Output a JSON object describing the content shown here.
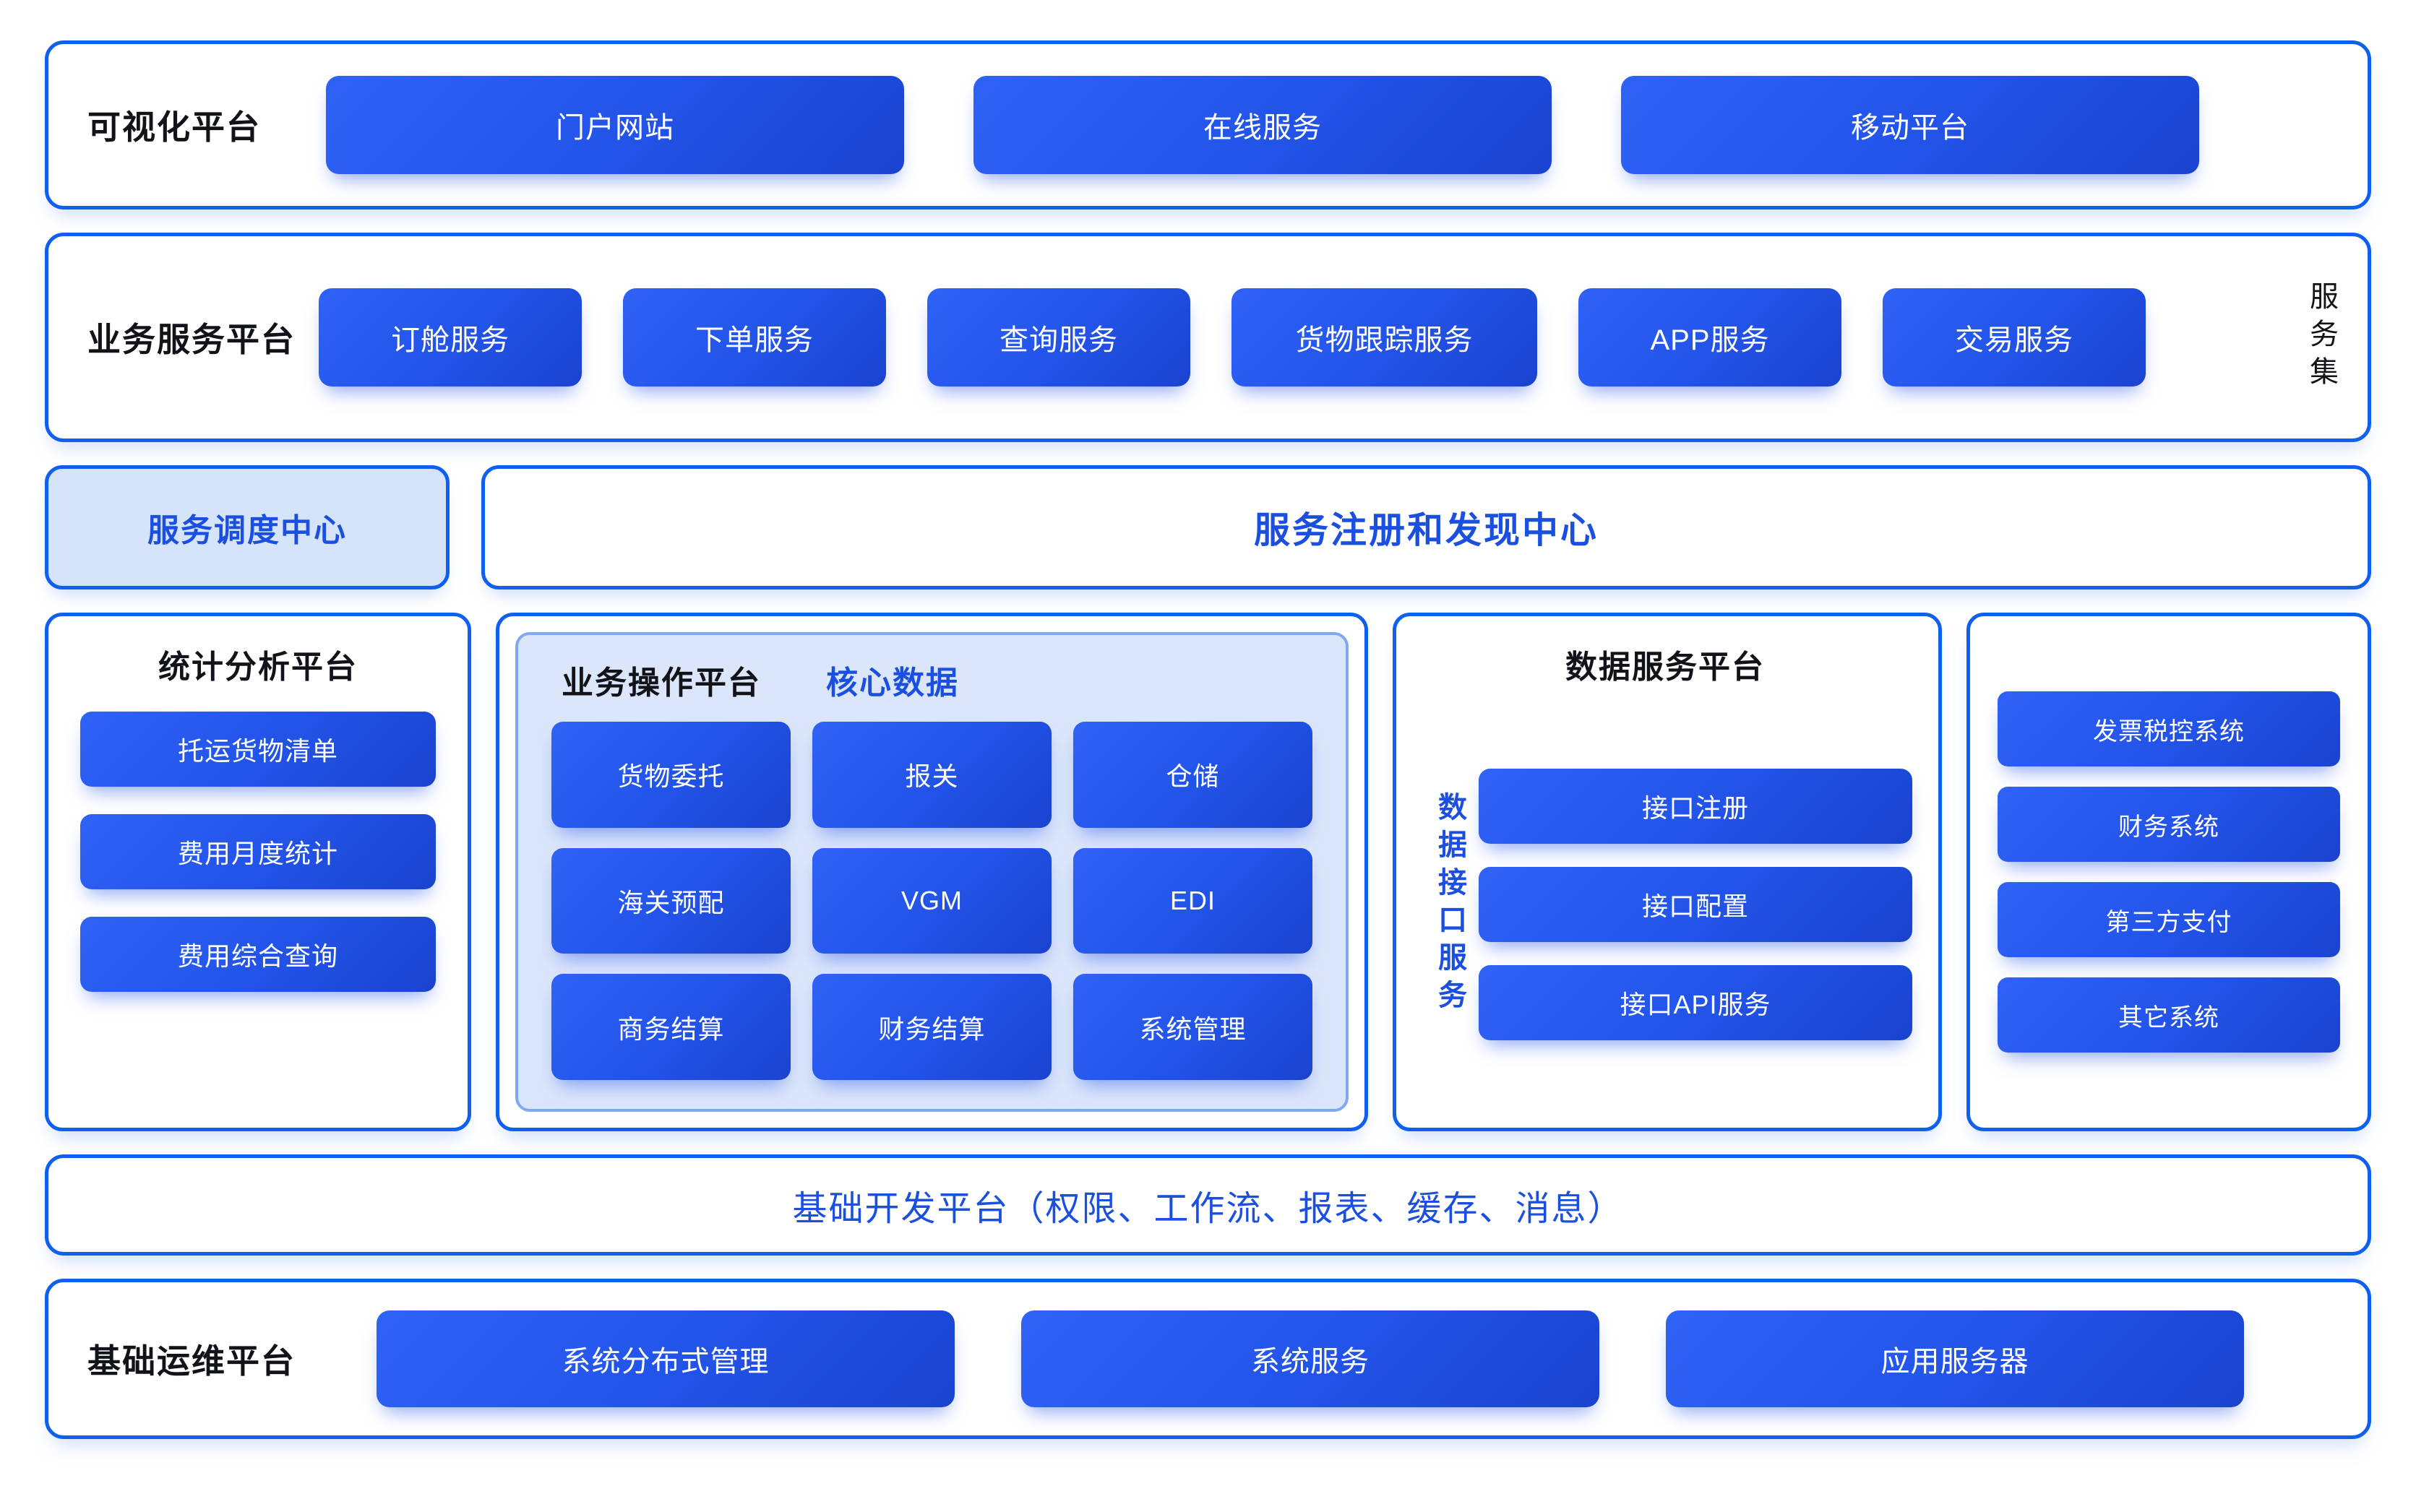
{
  "rows": {
    "visualization": {
      "title": "可视化平台",
      "items": [
        "门户网站",
        "在线服务",
        "移动平台"
      ]
    },
    "business_service": {
      "title": "业务服务平台",
      "side_label": "服务集",
      "items": [
        "订舱服务",
        "下单服务",
        "查询服务",
        "货物跟踪服务",
        "APP服务",
        "交易服务"
      ]
    },
    "registry": {
      "dispatch_center": "服务调度中心",
      "registry_center": "服务注册和发现中心"
    },
    "platforms": {
      "statistics": {
        "title": "统计分析平台",
        "items": [
          "托运货物清单",
          "费用月度统计",
          "费用综合查询"
        ]
      },
      "operations": {
        "title": "业务操作平台",
        "core_data_label": "核心数据",
        "items": [
          "货物委托",
          "报关",
          "仓储",
          "海关预配",
          "VGM",
          "EDI",
          "商务结算",
          "财务结算",
          "系统管理"
        ]
      },
      "data_service": {
        "title": "数据服务平台",
        "side_label": "数据接口服务",
        "items": [
          "接口注册",
          "接口配置",
          "接口API服务"
        ]
      },
      "external": {
        "items": [
          "发票税控系统",
          "财务系统",
          "第三方支付",
          "其它系统"
        ]
      }
    },
    "base_dev": {
      "text": "基础开发平台（权限、工作流、报表、缓存、消息）"
    },
    "base_ops": {
      "title": "基础运维平台",
      "items": [
        "系统分布式管理",
        "系统服务",
        "应用服务器"
      ]
    }
  },
  "colors": {
    "accent_blue": "#1060F0",
    "button_blue": "#2456EC",
    "button_blue_dark": "#1A43CF",
    "text_blue": "#1B4FE0",
    "panel_light_blue": "#DCE6FA",
    "dispatch_fill": "#D6E4FB",
    "title_black": "#111318",
    "page_background": "#FFFFFF"
  }
}
